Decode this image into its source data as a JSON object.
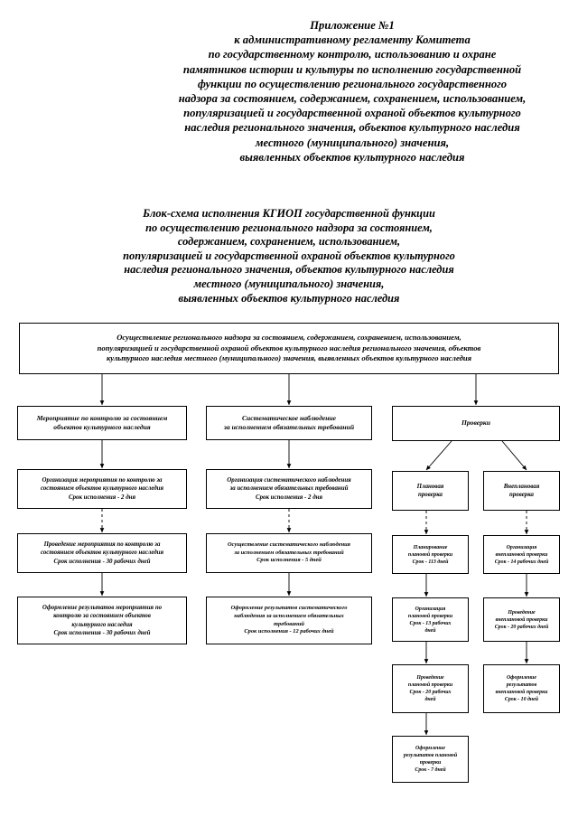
{
  "appendix_header": {
    "lines": [
      "Приложение №1",
      "к административному регламенту Комитета",
      "по государственному контролю,  использованию и охране",
      "памятников истории и культуры по исполнению государственной",
      "функции по осуществлению регионального государственного",
      "надзора за состоянием, содержанием, сохранением, использованием,",
      "популяризацией и государственной охраной объектов культурного",
      "наследия регионального значения, объектов культурного наследия",
      "местного (муниципального) значения,",
      "выявленных объектов культурного наследия"
    ]
  },
  "doc_title": {
    "lines": [
      "Блок-схема исполнения КГИОП государственной функции",
      "по осуществлению регионального надзора за состоянием,",
      "содержанием, сохранением, использованием,",
      "популяризацией и государственной охраной объектов культурного",
      "наследия регионального значения, объектов культурного наследия",
      "местного (муниципального) значения,",
      "выявленных объектов культурного наследия"
    ]
  },
  "flowchart": {
    "root": {
      "lines": [
        "Осуществление регионального надзора за состоянием, содержанием, сохранением, использованием,",
        "популяризацией и государственной охраной объектов культурного наследия регионального значения, объектов",
        "культурного наследия местного (муниципального) значения, выявленных объектов культурного наследия"
      ]
    },
    "col_left": [
      {
        "lines": [
          "Мероприятие по контролю за состоянием",
          "объектов культурного наследия"
        ]
      },
      {
        "lines": [
          "Организация мероприятия по контролю за",
          "состоянием объектов культурного наследия",
          "Срок исполнения - 2 дня"
        ]
      },
      {
        "lines": [
          "Проведение мероприятия по контролю за",
          "состоянием объектов культурного наследия",
          "Срок исполнения - 30 рабочих дней"
        ]
      },
      {
        "lines": [
          "Оформление результатов мероприятия по",
          "контролю за состоянием объектов",
          "культурного наследия",
          "Срок исполнения - 30 рабочих дней"
        ]
      }
    ],
    "col_mid": [
      {
        "lines": [
          "Систематическое наблюдение",
          "за исполнением обязательных требований"
        ]
      },
      {
        "lines": [
          "Организация систематического наблюдения",
          "за исполнением обязательных требований",
          "Срок исполнения - 2 дня"
        ]
      },
      {
        "lines": [
          "Осуществление систематического наблюдения",
          "за исполнением обязательных требований",
          "Срок исполнения - 5 дней"
        ]
      },
      {
        "lines": [
          "Оформление результатов систематического",
          "наблюдения за исполнением обязательных",
          "требований",
          "Срок исполнения - 12 рабочих дней"
        ]
      }
    ],
    "checks_header": {
      "lines": [
        "Проверки"
      ]
    },
    "branch_planned": [
      {
        "lines": [
          "Плановая",
          "проверка"
        ]
      },
      {
        "lines": [
          "Планирование",
          "плановой проверки",
          "Срок - 113 дней"
        ]
      },
      {
        "lines": [
          "Организация",
          "плановой проверки",
          "Срок - 13 рабочих",
          "дней"
        ]
      },
      {
        "lines": [
          "Проведение",
          "плановой проверки",
          "Срок - 20 рабочих",
          "дней"
        ]
      },
      {
        "lines": [
          "Оформление",
          "результатов плановой",
          "проверки",
          "Срок - 7 дней"
        ]
      }
    ],
    "branch_unplanned": [
      {
        "lines": [
          "Внеплановая",
          "проверка"
        ]
      },
      {
        "lines": [
          "Организация",
          "внеплановой проверки",
          "Срок - 14 рабочих дней"
        ]
      },
      {
        "lines": [
          "Проведение",
          "внеплановой проверки",
          "Срок - 20 рабочих дней"
        ]
      },
      {
        "lines": [
          "Оформление",
          "результатов",
          "внеплановой проверки",
          "Срок - 10 дней"
        ]
      }
    ]
  }
}
